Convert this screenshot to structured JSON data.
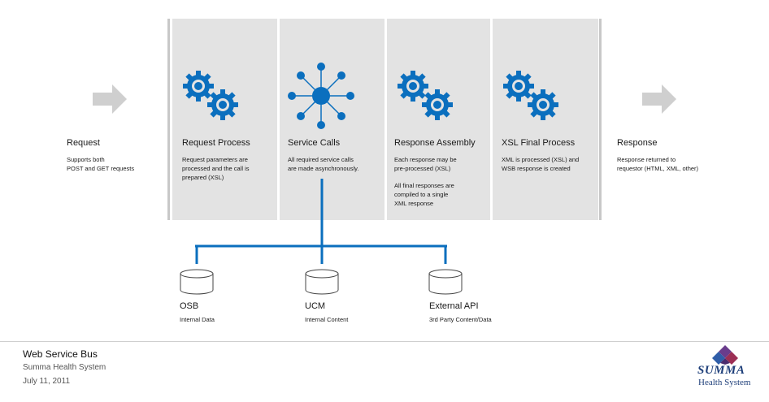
{
  "colors": {
    "accent": "#0b6fbe",
    "panel": "#e3e3e3",
    "arrow": "#cfcfcf"
  },
  "stages": [
    {
      "title": "Request",
      "desc": "Supports both\nPOST and GET requests"
    },
    {
      "title": "Request Process",
      "desc": "Request parameters are\nprocessed and the call is\nprepared (XSL)"
    },
    {
      "title": "Service Calls",
      "desc": "All required service calls\nare made asynchronously."
    },
    {
      "title": "Response Assembly",
      "desc": "Each response may be\npre-processed (XSL)",
      "desc2": "All final responses are\ncompiled to a single\nXML response"
    },
    {
      "title": "XSL Final Process",
      "desc": "XML is processed (XSL) and\nWSB response is created"
    },
    {
      "title": "Response",
      "desc": "Response returned to\nrequestor (HTML, XML, other)"
    }
  ],
  "datastores": [
    {
      "title": "OSB",
      "sub": "Internal Data"
    },
    {
      "title": "UCM",
      "sub": "Internal Content"
    },
    {
      "title": "External API",
      "sub": "3rd Party Content/Data"
    }
  ],
  "footer": {
    "title": "Web Service Bus",
    "org": "Summa Health System",
    "date": "July 11, 2011"
  },
  "logo": {
    "line1": "SUMMA",
    "line2": "Health System"
  }
}
